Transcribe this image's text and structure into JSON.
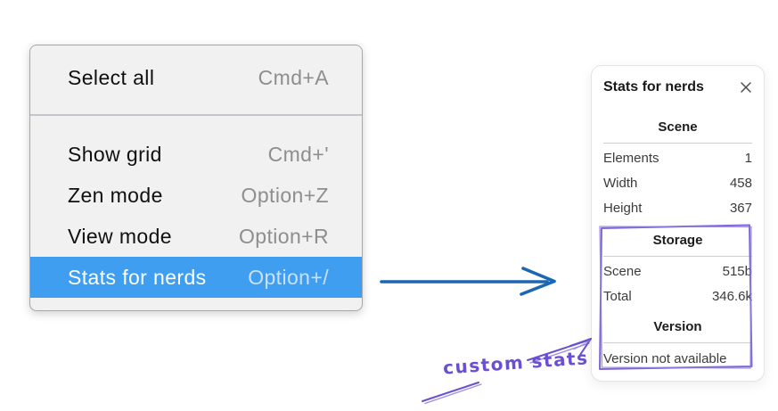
{
  "context_menu": {
    "items": [
      {
        "label": "Select all",
        "shortcut": "Cmd+A",
        "highlighted": false
      },
      {
        "label": "Show grid",
        "shortcut": "Cmd+'",
        "highlighted": false
      },
      {
        "label": "Zen mode",
        "shortcut": "Option+Z",
        "highlighted": false
      },
      {
        "label": "View mode",
        "shortcut": "Option+R",
        "highlighted": false
      },
      {
        "label": "Stats for nerds",
        "shortcut": "Option+/",
        "highlighted": true
      }
    ]
  },
  "stats_panel": {
    "title": "Stats for nerds",
    "scene": {
      "heading": "Scene",
      "rows": [
        {
          "label": "Elements",
          "value": "1"
        },
        {
          "label": "Width",
          "value": "458"
        },
        {
          "label": "Height",
          "value": "367"
        }
      ]
    },
    "storage": {
      "heading": "Storage",
      "rows": [
        {
          "label": "Scene",
          "value": "515b"
        },
        {
          "label": "Total",
          "value": "346.6k"
        }
      ]
    },
    "version": {
      "heading": "Version",
      "note": "Version not available"
    }
  },
  "annotations": {
    "custom_stats_label": "custom stats"
  },
  "colors": {
    "menu_highlight": "#3f9ef0",
    "highlight_shortcut": "#c9e1fa",
    "shortcut_gray": "#8e8e8e",
    "arrow_blue": "#1b67b4",
    "annotation_purple": "#6a4fd0",
    "annotation_purple_light": "#8d7ae0"
  }
}
